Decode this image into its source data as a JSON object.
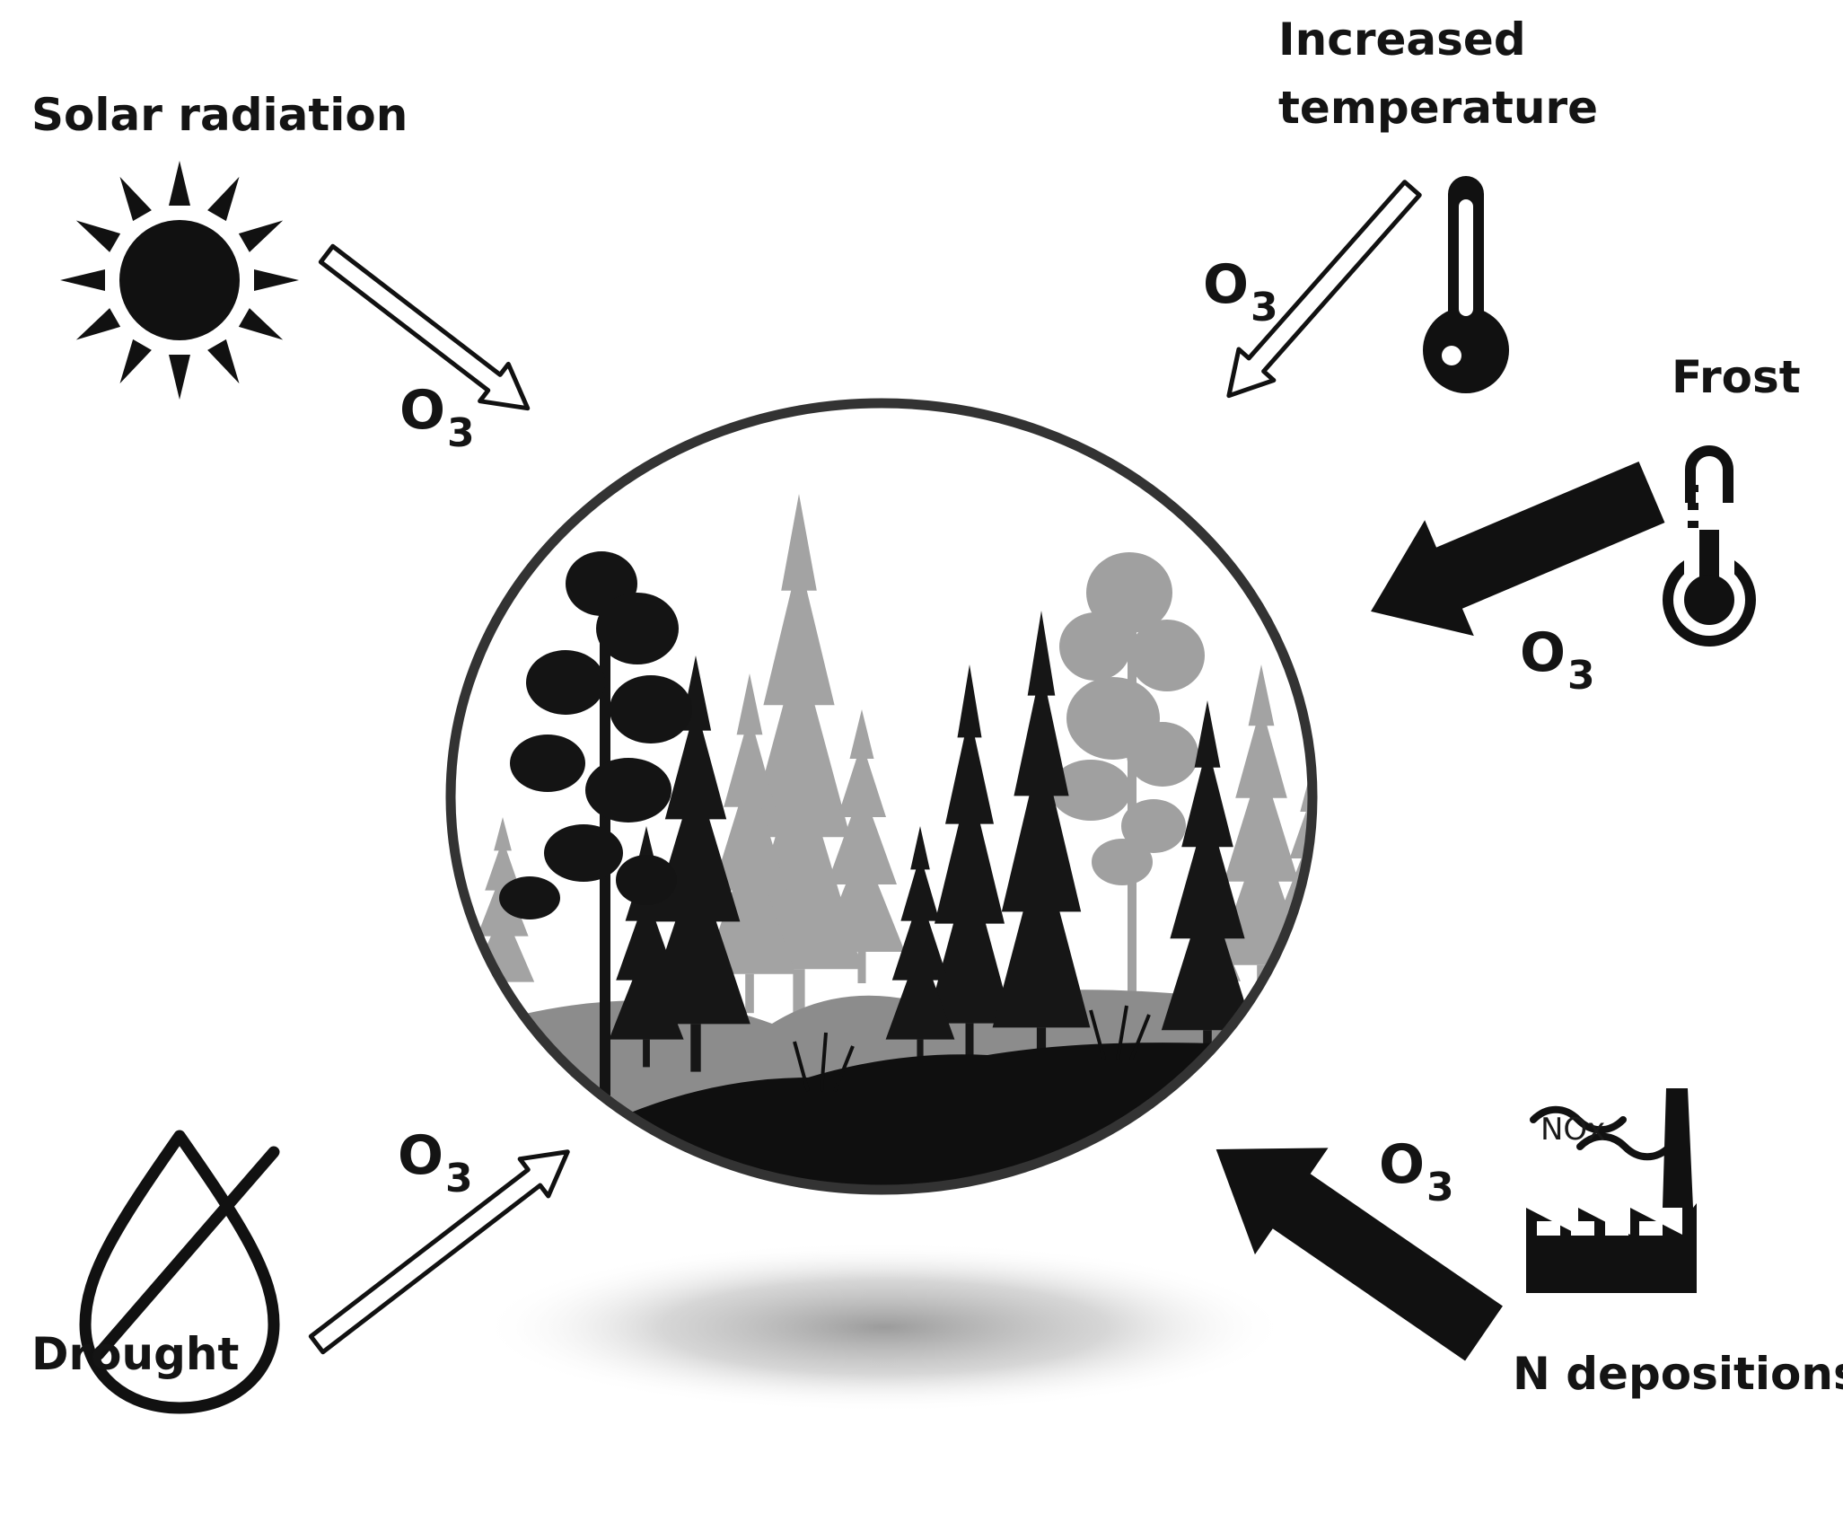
{
  "factors": {
    "solar": {
      "label": "Solar radiation",
      "icon": "sun-icon"
    },
    "temperature": {
      "line1": "Increased",
      "line2": "temperature",
      "icon": "thermometer-hot-icon"
    },
    "frost": {
      "label": "Frost",
      "icon": "thermometer-cold-icon"
    },
    "drought": {
      "label": "Drought",
      "icon": "no-water-drop-icon"
    },
    "nitrogen": {
      "label": "N depositions",
      "icon": "factory-icon",
      "emission": "NOx"
    }
  },
  "ozone": {
    "main": "O",
    "sub": "3"
  },
  "center": {
    "icon": "forest-icon"
  },
  "colors": {
    "ink": "#111111",
    "forest_far": "#9a9a9a",
    "forest_mid": "#7a7a7a",
    "outline": "#333333"
  }
}
